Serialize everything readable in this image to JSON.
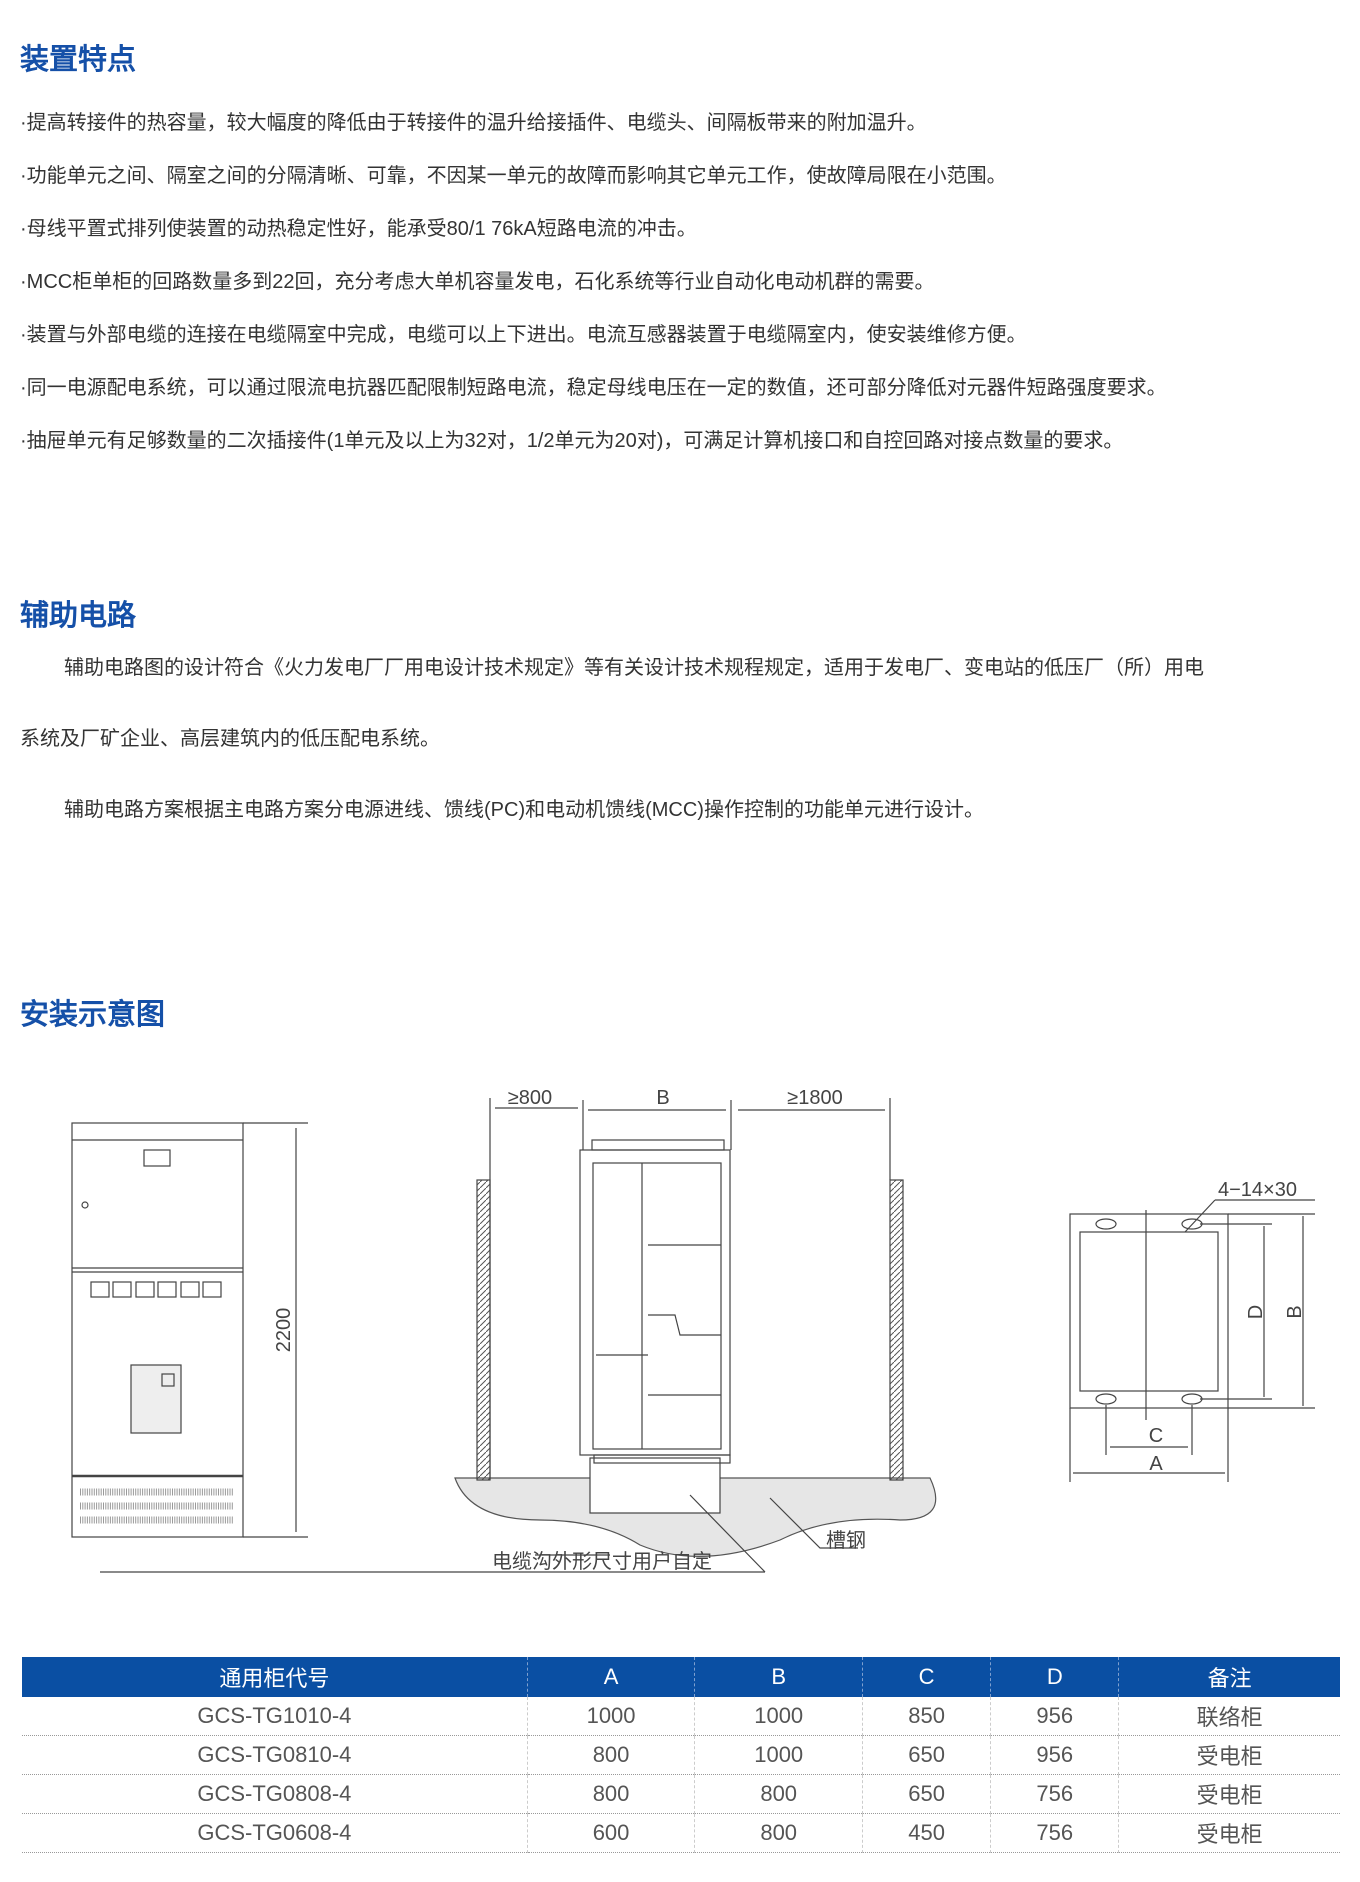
{
  "section1": {
    "title": "装置特点",
    "bullets": [
      "·提高转接件的热容量，较大幅度的降低由于转接件的温升给接插件、电缆头、间隔板带来的附加温升。",
      "·功能单元之间、隔室之间的分隔清晰、可靠，不因某一单元的故障而影响其它单元工作，使故障局限在小范围。",
      "·母线平置式排列使装置的动热稳定性好，能承受80/1 76kA短路电流的冲击。",
      "·MCC柜单柜的回路数量多到22回，充分考虑大单机容量发电，石化系统等行业自动化电动机群的需要。",
      "·装置与外部电缆的连接在电缆隔室中完成，电缆可以上下进出。电流互感器装置于电缆隔室内，使安装维修方便。",
      "·同一电源配电系统，可以通过限流电抗器匹配限制短路电流，稳定母线电压在一定的数值，还可部分降低对元器件短路强度要求。",
      "·抽屉单元有足够数量的二次插接件(1单元及以上为32对，1/2单元为20对)，可满足计算机接口和自控回路对接点数量的要求。"
    ]
  },
  "section2": {
    "title": "辅助电路",
    "lines": [
      "辅助电路图的设计符合《火力发电厂厂用电设计技术规定》等有关设计技术规程规定，适用于发电厂、变电站的低压厂（所）用电",
      "系统及厂矿企业、高层建筑内的低压配电系统。",
      "辅助电路方案根据主电路方案分电源进线、馈线(PC)和电动机馈线(MCC)操作控制的功能单元进行设计。"
    ]
  },
  "section3": {
    "title": "安装示意图",
    "front_height": "2200",
    "side": {
      "left_clear": "≥800",
      "width": "B",
      "right_clear": "≥1800",
      "channel_steel": "槽钢",
      "trench_note": "电缆沟外形尺寸用户自定"
    },
    "base": {
      "holes": "4−14×30",
      "d": "D",
      "b": "B",
      "c": "C",
      "a": "A"
    }
  },
  "table": {
    "headers": [
      "通用柜代号",
      "A",
      "B",
      "C",
      "D",
      "备注"
    ],
    "rows": [
      [
        "GCS-TG1010-4",
        "1000",
        "1000",
        "850",
        "956",
        "联络柜"
      ],
      [
        "GCS-TG0810-4",
        "800",
        "1000",
        "650",
        "956",
        "受电柜"
      ],
      [
        "GCS-TG0808-4",
        "800",
        "800",
        "650",
        "756",
        "受电柜"
      ],
      [
        "GCS-TG0608-4",
        "600",
        "800",
        "450",
        "756",
        "受电柜"
      ]
    ]
  },
  "colors": {
    "accent": "#1550a8",
    "table_header": "#0a4fa3"
  }
}
